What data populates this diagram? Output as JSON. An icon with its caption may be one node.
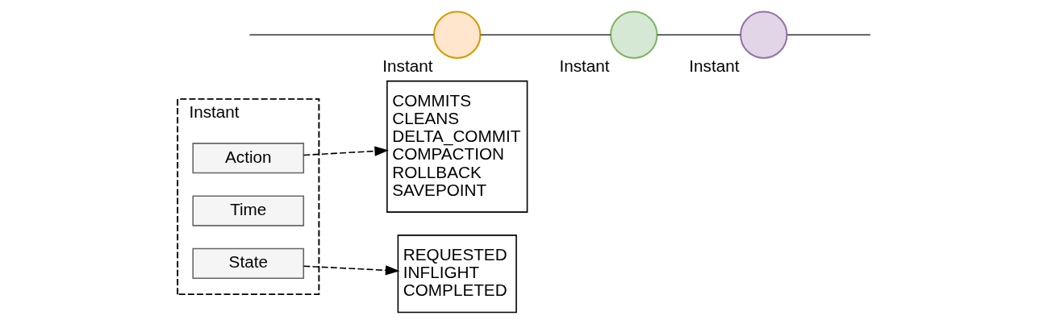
{
  "diagram": {
    "nodes": [
      {
        "text": [
          "Instant"
        ]
      },
      {
        "text": [
          "Instant"
        ]
      },
      {
        "text": [
          "Instant"
        ]
      },
      {
        "text": [
          "Instant"
        ]
      },
      {
        "text": [
          "Action"
        ],
        "in": 3
      },
      {
        "text": [
          "Time"
        ],
        "in": 3
      },
      {
        "text": [
          "State"
        ],
        "in": 3
      },
      {
        "text": [
          "COMMITS",
          "CLEANS",
          "DELTA_COMMIT",
          "COMPACTION",
          "ROLLBACK",
          "SAVEPOINT"
        ]
      },
      {
        "text": [
          "REQUESTED",
          "INFLIGHT",
          "COMPLETED"
        ]
      }
    ],
    "edges": [
      {
        "from": null,
        "to": 0,
        "arrow": "none"
      },
      {
        "from": 0,
        "to": 1,
        "arrow": "none"
      },
      {
        "from": 1,
        "to": 2,
        "arrow": "none"
      },
      {
        "from": 2,
        "to": null,
        "arrow": "none"
      },
      {
        "from": 4,
        "to": 7,
        "arrow": "to",
        "style": "dashed"
      },
      {
        "from": 6,
        "to": 8,
        "arrow": "to",
        "style": "dashed"
      }
    ]
  }
}
